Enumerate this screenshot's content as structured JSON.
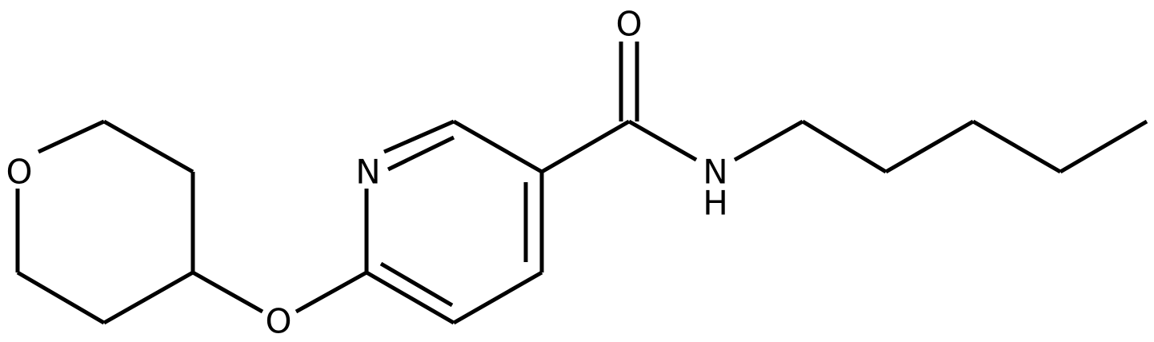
{
  "diagram": {
    "type": "chemical-structure",
    "atom_labels": {
      "ring_oxygen": "O",
      "ether_oxygen": "O",
      "pyridine_nitrogen": "N",
      "carbonyl_oxygen": "O",
      "amide_nitrogen": "N",
      "amide_hydrogen": "H"
    },
    "colors": {
      "bond": "#000000",
      "label": "#000000",
      "background": "#ffffff"
    }
  }
}
